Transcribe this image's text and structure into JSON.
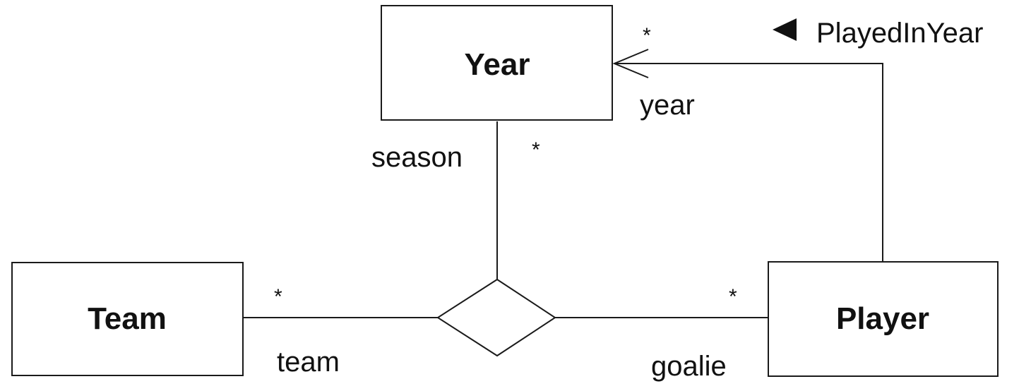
{
  "diagram": {
    "classes": {
      "year": "Year",
      "team": "Team",
      "player": "Player"
    },
    "association_name": "PlayedInYear",
    "association_direction_icon": "triangle-left-icon",
    "roles": {
      "year": "year",
      "season": "season",
      "team": "team",
      "goalie": "goalie"
    },
    "multiplicities": {
      "year_end": "*",
      "season_end": "*",
      "team_end": "*",
      "goalie_end": "*"
    }
  }
}
